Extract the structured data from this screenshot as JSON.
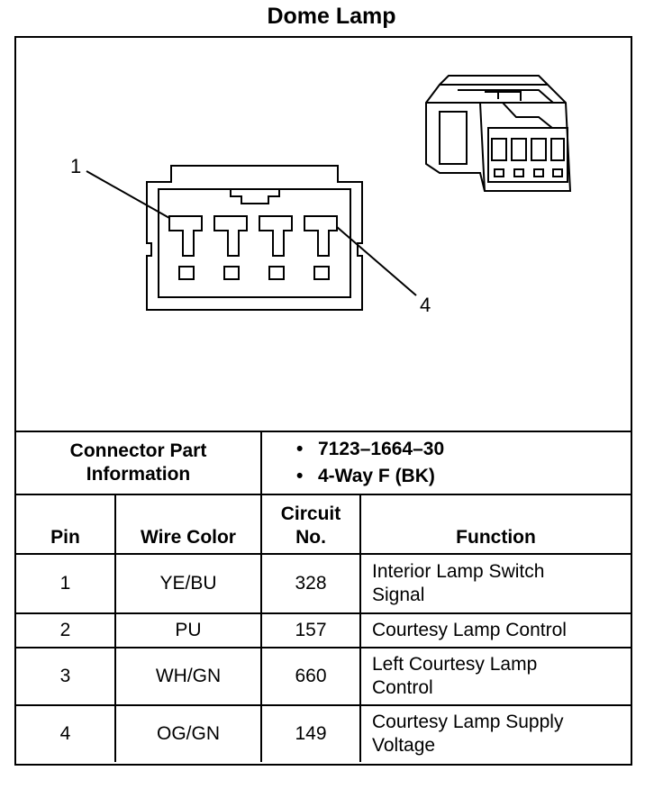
{
  "title": "Dome Lamp",
  "callouts": {
    "pin_first": "1",
    "pin_last": "4"
  },
  "connector_info": {
    "label_line1": "Connector Part",
    "label_line2": "Information",
    "bullet": "•",
    "part_number": "7123–1664–30",
    "description": "4-Way F (BK)"
  },
  "table": {
    "headers": {
      "pin": "Pin",
      "wire_color": "Wire Color",
      "circuit_line1": "Circuit",
      "circuit_line2": "No.",
      "function": "Function"
    },
    "rows": [
      {
        "pin": "1",
        "wire_color": "YE/BU",
        "circuit": "328",
        "function_line1": "Interior Lamp Switch",
        "function_line2": "Signal"
      },
      {
        "pin": "2",
        "wire_color": "PU",
        "circuit": "157",
        "function_line1": "Courtesy Lamp Control",
        "function_line2": ""
      },
      {
        "pin": "3",
        "wire_color": "WH/GN",
        "circuit": "660",
        "function_line1": "Left Courtesy Lamp",
        "function_line2": "Control"
      },
      {
        "pin": "4",
        "wire_color": "OG/GN",
        "circuit": "149",
        "function_line1": "Courtesy Lamp Supply",
        "function_line2": "Voltage"
      }
    ]
  }
}
